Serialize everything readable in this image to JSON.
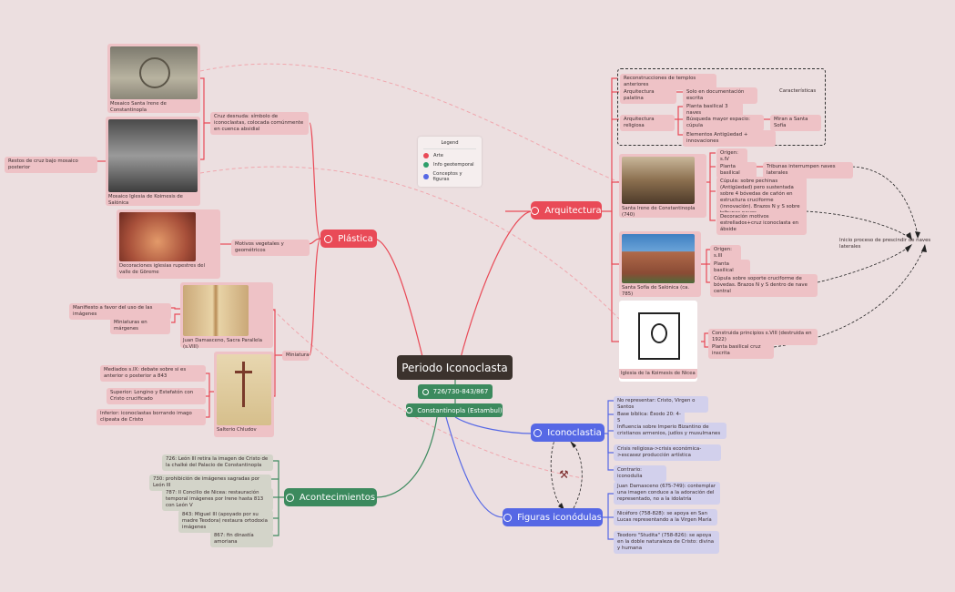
{
  "root": {
    "label": "Periodo Iconoclasta"
  },
  "subs": {
    "fechas": "726/730-843/867",
    "lugar": "Constantinopla (Estambul)"
  },
  "legend": {
    "title": "Legend",
    "items": [
      {
        "label": "Arte",
        "color": "#e94a57"
      },
      {
        "label": "Info geotemporal",
        "color": "#2e9e6a"
      },
      {
        "label": "Conceptos y figuras",
        "color": "#5668e5"
      }
    ]
  },
  "branches": {
    "plastica": "Plástica",
    "arquitectura": "Arquitectura",
    "iconoclastia": "Iconoclastia",
    "figuras": "Figuras iconódulas",
    "acontecimientos": "Acontecimientos"
  },
  "plastica": {
    "cruz_desnuda": "Cruz desnuda: símbolo de iconoclastas, colocada comúnmente en cuenca absidial",
    "restos": "Restos de cruz bajo mosaico posterior",
    "motivos": "Motivos vegetales y geométricos",
    "miniatura": "Miniatura",
    "manifiesto": "Manifiesto a favor del uso de las imágenes",
    "miniaturas_margenes": "Miniaturas en márgenes",
    "mediados": "Mediados s.IX: debate sobre si es anterior o posterior a 843",
    "superior": "Superior: Longino y Estefatón con Cristo crucificado",
    "inferior": "Inferior: iconoclastas borrando imago clipeata de Cristo",
    "img_irene": "Mosaico Santa Irene de Constantinopla",
    "img_koimesis": "Mosaico Iglesia de Koimesis de Salónica",
    "img_goreme": "Decoraciones iglesias rupestres del valle de Göreme",
    "img_damasceno": "Juan Damasceno, Sacra Parallela (s.VIII)",
    "img_chludov": "Salterio Chludov"
  },
  "arquitectura": {
    "caracteristicas": "Características",
    "reconstrucciones": "Reconstrucciones de templos anteriores",
    "palatina": "Arquitectura palatina",
    "solo_doc": "Solo en documentación escrita",
    "religiosa": "Arquitectura religiosa",
    "planta3": "Planta basilical 3 naves",
    "busqueda": "Búsqueda mayor espacio: cúpula",
    "miran": "Miran a Santa Sofía",
    "elementos": "Elementos Antigüedad + innovaciones",
    "irene_origen": "Origen: s.IV",
    "irene_planta": "Planta basilical",
    "irene_tribunas": "Tribunas interrumpen naves laterales",
    "irene_cupula": "Cúpula: sobre pechinas (Antigüedad) pero sustentada sobre 4 bóvedas de cañón en estructura cruciforme (innovación). Brazos N y S sobre tribunas naves",
    "irene_decoracion": "Decoración motivos estrellados+cruz iconoclasta en ábside",
    "sofia_origen": "Origen: s.III",
    "sofia_planta": "Planta basilical",
    "sofia_cupula": "Cúpula sobre soporte cruciforme de bóvedas. Brazos N y S dentro de nave central",
    "nicea_construida": "Construida principios s.VIII (destruida en 1922)",
    "nicea_planta": "Planta basilical cruz inscrita",
    "inicio": "Inicio proceso de prescindir de naves laterales",
    "img_irene": "Santa Irene de Constantinopla (740)",
    "img_sofia": "Santa Sofía de Salónica (ca. 785)",
    "img_nicea": "Iglesia de la Koimesis de Nicea"
  },
  "iconoclastia": [
    "No representar: Cristo, Virgen o Santos",
    "Base bíblica: Éxodo 20: 4-5",
    "Influencia sobre Imperio Bizantino de cristianos armenios, judíos y musulmanes",
    "Crisis religiosa->crisis económica->escasez producción artística",
    "Contrario: iconodulia"
  ],
  "figuras": [
    "Juan Damasceno (675-749): contemplar una imagen conduce a la adoración del representado, no a la idolatría",
    "Nicéforo (758-828): se apoya en San Lucas representando a la Virgen María",
    "Teodoro \"Studita\" (758-826): se apoya en la doble naturaleza de Cristo: divina y humana"
  ],
  "acontecimientos": [
    "726: León III retira la imagen de Cristo de la chalké del Palacio de Constantinopla",
    "730: prohibición de imágenes sagradas por León III",
    "787: II Concilio de Nicea: restauración temporal imágenes por Irene hasta 813 con León V",
    "843: Miguel III (apoyado por su madre Teodora) restaura ortodoxia imágenes",
    "867: fin dinastía amoriana"
  ],
  "colors": {
    "arte": "#e94a57",
    "geo": "#3c8a5e",
    "conceptos": "#5668e5",
    "root": "#3b322d"
  }
}
